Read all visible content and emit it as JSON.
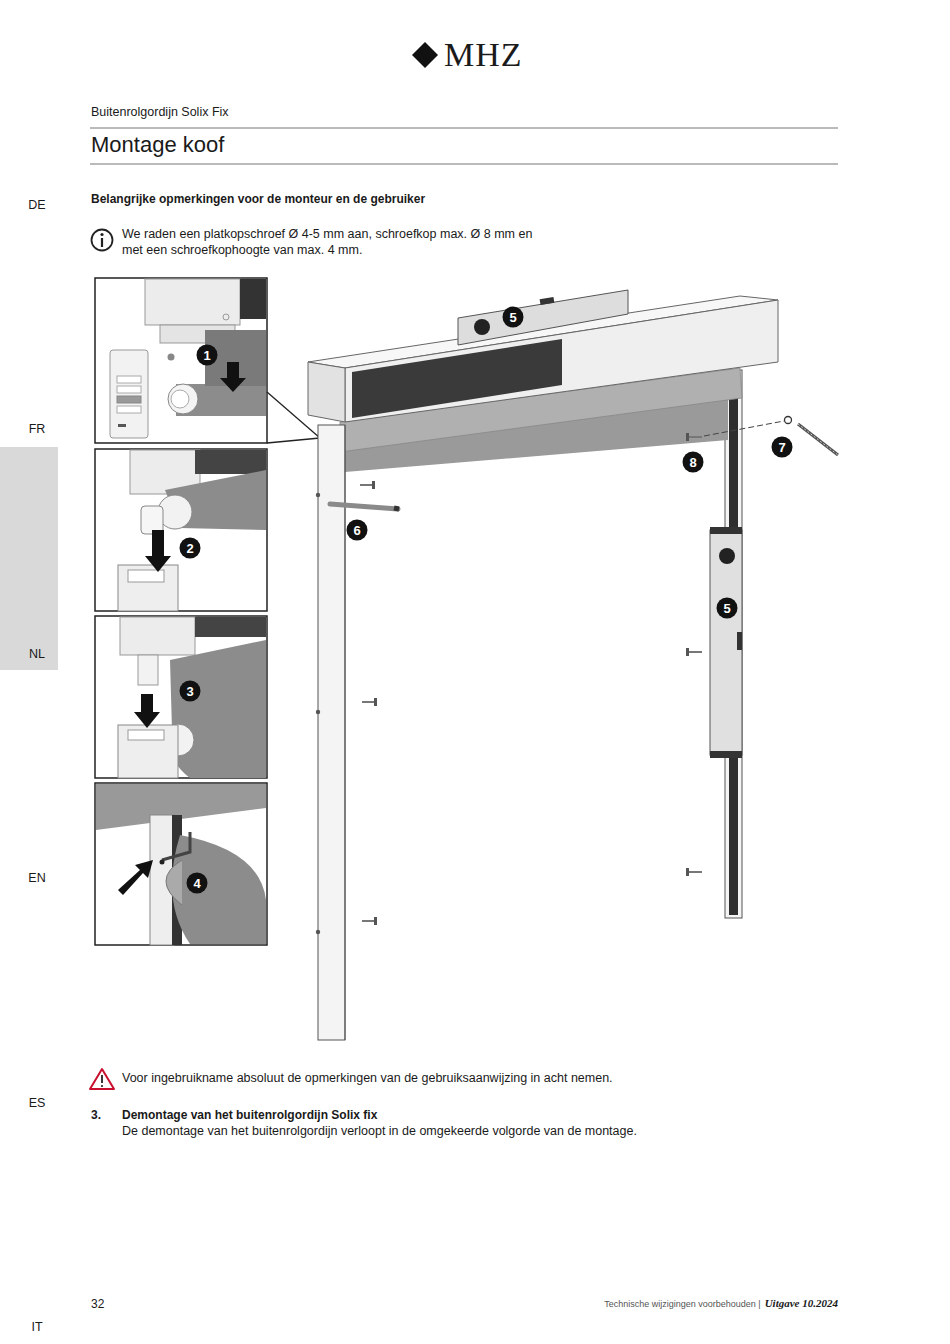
{
  "diagram": {
    "title": "Montage koof",
    "labels": [
      "MHZ",
      "Buitenrolgordijn Solix Fix",
      "DE",
      "FR",
      "NL",
      "EN",
      "ES",
      "IT",
      "Belangrijke opmerkingen voor de monteur en de gebruiker",
      "We raden een platkopschroef Ø 4-5 mm aan, schroefkop max. Ø 8 mm en met een schroefkophoogte van max. 4 mm.",
      "1",
      "2",
      "3",
      "4",
      "5",
      "6",
      "7",
      "8",
      "5",
      "Voor ingebruikname absoluut de opmerkingen van de gebruiksaanwijzing in acht nemen.",
      "3.",
      "Demontage van het buitenrolgordijn Solix fix",
      "De demontage van het buitenrolgordijn verloopt in de omgekeerde volgorde van de montage.",
      "32",
      "Technische wijzigingen voorbehouden |",
      "Uitgave 10.2024"
    ]
  }
}
